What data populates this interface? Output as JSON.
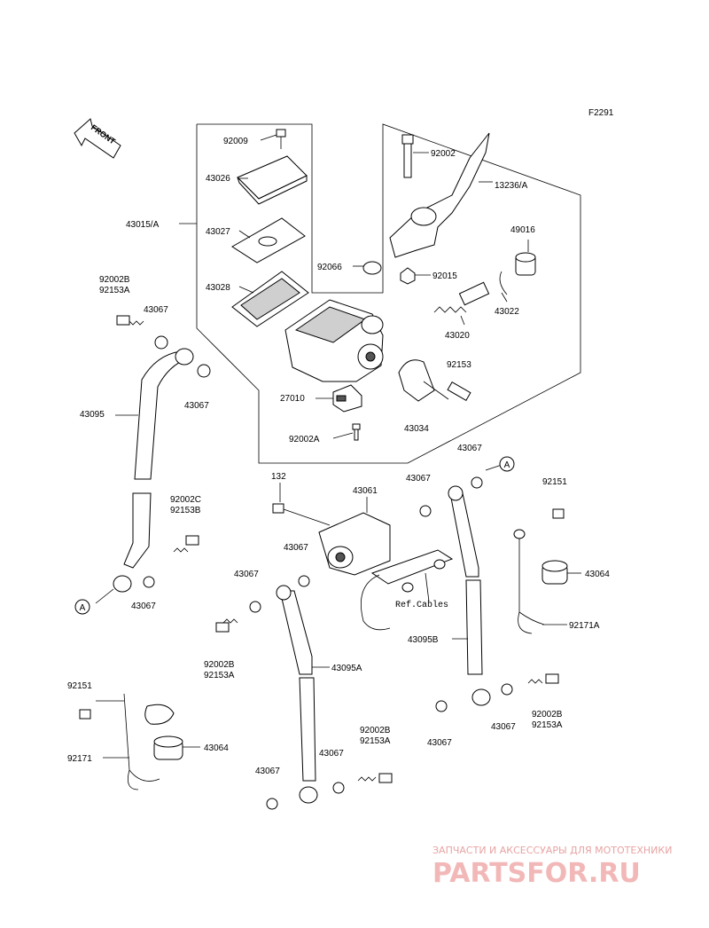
{
  "figure_code": "F2291",
  "front_label": "FRONT",
  "callouts": [
    {
      "id": "c-92009",
      "text": "92009"
    },
    {
      "id": "c-43026",
      "text": "43026"
    },
    {
      "id": "c-43015A",
      "text": "43015/A"
    },
    {
      "id": "c-43027",
      "text": "43027"
    },
    {
      "id": "c-43028",
      "text": "43028"
    },
    {
      "id": "c-92066",
      "text": "92066"
    },
    {
      "id": "c-92002-top",
      "text": "92002"
    },
    {
      "id": "c-13236A",
      "text": "13236/A"
    },
    {
      "id": "c-49016",
      "text": "49016"
    },
    {
      "id": "c-92015",
      "text": "92015"
    },
    {
      "id": "c-43022",
      "text": "43022"
    },
    {
      "id": "c-43020",
      "text": "43020"
    },
    {
      "id": "c-92153-r",
      "text": "92153"
    },
    {
      "id": "c-27010",
      "text": "27010"
    },
    {
      "id": "c-43034",
      "text": "43034"
    },
    {
      "id": "c-92002A",
      "text": "92002A"
    },
    {
      "id": "c-92002B-1",
      "text": "92002B"
    },
    {
      "id": "c-92153A-1",
      "text": "92153A"
    },
    {
      "id": "c-43067-1",
      "text": "43067"
    },
    {
      "id": "c-43095",
      "text": "43095"
    },
    {
      "id": "c-43067-2",
      "text": "43067"
    },
    {
      "id": "c-132",
      "text": "132"
    },
    {
      "id": "c-43061",
      "text": "43061"
    },
    {
      "id": "c-43067-3",
      "text": "43067"
    },
    {
      "id": "c-43067-4",
      "text": "43067"
    },
    {
      "id": "c-92151-r",
      "text": "92151"
    },
    {
      "id": "c-92002C",
      "text": "92002C"
    },
    {
      "id": "c-92153B",
      "text": "92153B"
    },
    {
      "id": "c-43067-5",
      "text": "43067"
    },
    {
      "id": "c-43064-r",
      "text": "43064"
    },
    {
      "id": "c-43067-6",
      "text": "43067"
    },
    {
      "id": "c-43067-7",
      "text": "43067"
    },
    {
      "id": "c-refcables",
      "text": "Ref.Cables"
    },
    {
      "id": "c-92171A",
      "text": "92171A"
    },
    {
      "id": "c-43095B",
      "text": "43095B"
    },
    {
      "id": "c-92002B-2",
      "text": "92002B"
    },
    {
      "id": "c-92153A-2",
      "text": "92153A"
    },
    {
      "id": "c-43095A",
      "text": "43095A"
    },
    {
      "id": "c-92151-l",
      "text": "92151"
    },
    {
      "id": "c-43064-l",
      "text": "43064"
    },
    {
      "id": "c-92171",
      "text": "92171"
    },
    {
      "id": "c-92002B-3",
      "text": "92002B"
    },
    {
      "id": "c-92153A-3",
      "text": "92153A"
    },
    {
      "id": "c-43067-8",
      "text": "43067"
    },
    {
      "id": "c-43067-9",
      "text": "43067"
    },
    {
      "id": "c-43067-10",
      "text": "43067"
    },
    {
      "id": "c-43067-11",
      "text": "43067"
    },
    {
      "id": "c-92002B-4",
      "text": "92002B"
    },
    {
      "id": "c-92153A-4",
      "text": "92153A"
    },
    {
      "id": "c-43067-12",
      "text": "43067"
    }
  ],
  "markers": [
    {
      "id": "m-A-top",
      "text": "A"
    },
    {
      "id": "m-A-left",
      "text": "A"
    }
  ],
  "watermark": {
    "line1": "ЗАПЧАСТИ И АКСЕССУАРЫ ДЛЯ МОТОТЕХНИКИ",
    "line2": "PARTSFOR.RU"
  }
}
